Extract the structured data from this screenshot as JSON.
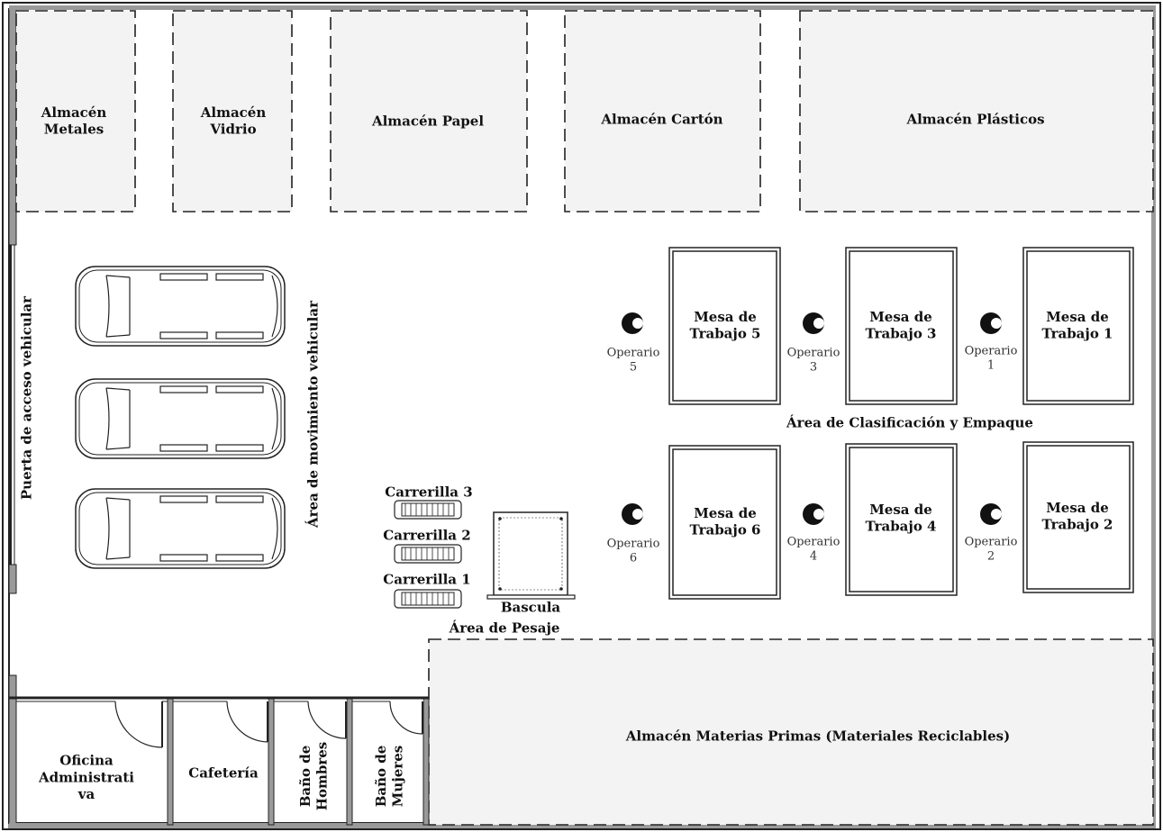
{
  "storage_areas": {
    "metales": "Almacén\nMetales",
    "vidrio": "Almacén\nVidrio",
    "papel": "Almacén Papel",
    "carton": "Almacén Cartón",
    "plasticos": "Almacén Plásticos",
    "materias_primas": "Almacén Materias Primas (Materiales  Reciclables)"
  },
  "vehicle": {
    "gate": "Puerta de acceso vehicular",
    "movement": "Área de movimiento vehicular"
  },
  "classification": {
    "area_label": "Área de Clasificación y Empaque",
    "tables": {
      "t1": "Mesa de\nTrabajo 1",
      "t2": "Mesa de\nTrabajo 2",
      "t3": "Mesa de\nTrabajo 3",
      "t4": "Mesa de\nTrabajo 4",
      "t5": "Mesa de\nTrabajo 5",
      "t6": "Mesa de\nTrabajo 6"
    },
    "operators": {
      "o1": "Operario\n1",
      "o2": "Operario\n2",
      "o3": "Operario\n3",
      "o4": "Operario\n4",
      "o5": "Operario\n5",
      "o6": "Operario\n6"
    }
  },
  "weighing": {
    "carts": {
      "c1": "Carrerilla 1",
      "c2": "Carrerilla 2",
      "c3": "Carrerilla 3"
    },
    "scale": "Bascula",
    "area_label": "Área de Pesaje"
  },
  "rooms": {
    "office": "Oficina\nAdministrati\nva",
    "cafeteria": "Cafetería",
    "bath_men": "Baño de\nHombres",
    "bath_women": "Baño de\nMujeres"
  }
}
